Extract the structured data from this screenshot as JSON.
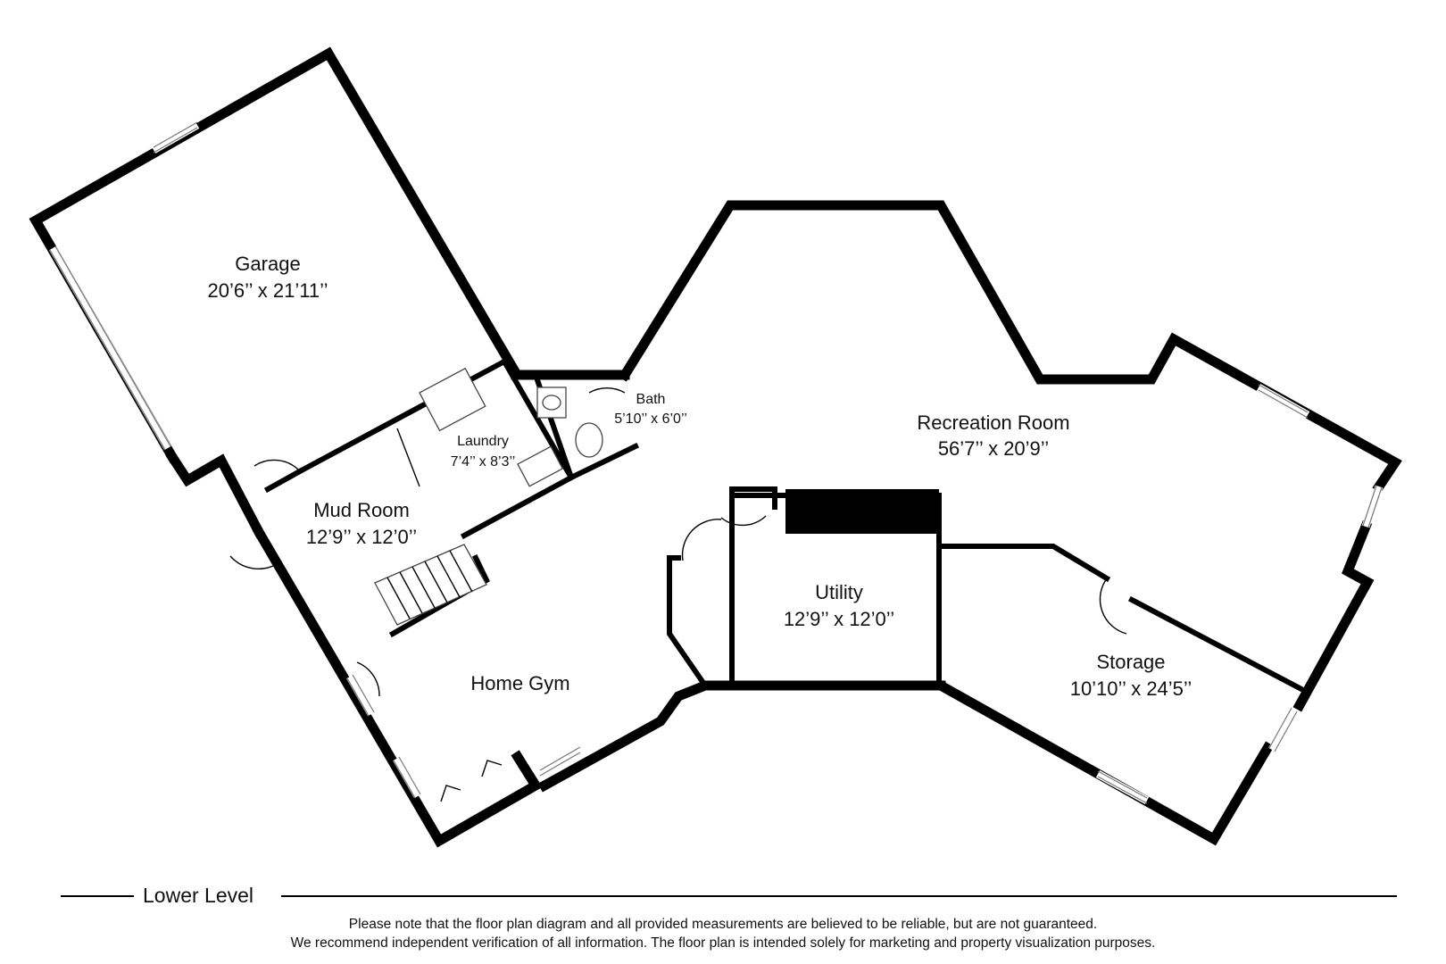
{
  "plan": {
    "level": "Lower Level",
    "rooms": [
      {
        "name": "Garage",
        "dims": "20’6’’ x 21’11’’"
      },
      {
        "name": "Bath",
        "dims": "5’10’’ x 6’0’’"
      },
      {
        "name": "Laundry",
        "dims": "7’4’’ x 8’3’’"
      },
      {
        "name": "Recreation Room",
        "dims": "56’7’’ x 20’9’’"
      },
      {
        "name": "Mud Room",
        "dims": "12’9’’ x 12’0’’"
      },
      {
        "name": "Utility",
        "dims": "12’9’’ x 12’0’’"
      },
      {
        "name": "Storage",
        "dims": "10’10’’ x 24’5’’"
      },
      {
        "name": "Home Gym",
        "dims": ""
      }
    ]
  },
  "disclaimer": {
    "line1": "Please note that the floor plan diagram and all provided measurements are believed to be reliable, but are not guaranteed.",
    "line2": "We recommend independent verification of all information. The floor plan is intended solely for marketing and property visualization purposes."
  }
}
